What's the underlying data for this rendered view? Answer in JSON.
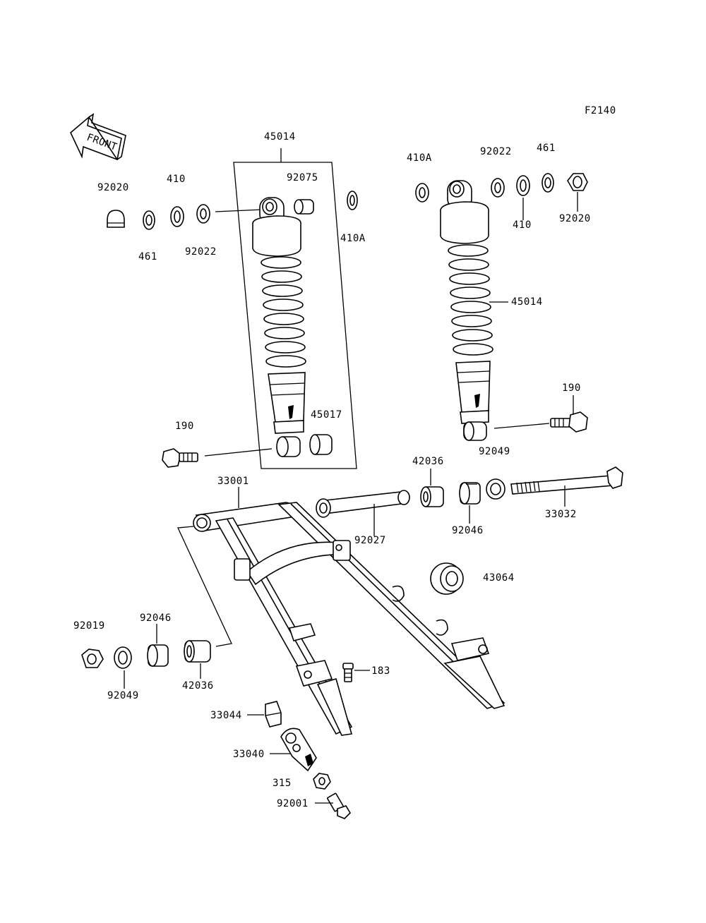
{
  "figure_code": "F2140",
  "front_label": "FRONT",
  "labels": {
    "l45014_a": "45014",
    "l92020_a": "92020",
    "l410_a": "410",
    "l461_a": "461",
    "l92022_a": "92022",
    "l92075": "92075",
    "l410A_a": "410A",
    "l45017": "45017",
    "l190_a": "190",
    "l410A_b": "410A",
    "l92022_b": "92022",
    "l461_b": "461",
    "l410_b": "410",
    "l92020_b": "92020",
    "l45014_b": "45014",
    "l190_b": "190",
    "l92049_a": "92049",
    "l42036_a": "42036",
    "l33001": "33001",
    "l92027": "92027",
    "l92046_a": "92046",
    "l33032": "33032",
    "l43064": "43064",
    "l92019": "92019",
    "l92046_b": "92046",
    "l92049_b": "92049",
    "l42036_b": "42036",
    "l183": "183",
    "l33044": "33044",
    "l33040": "33040",
    "l315": "315",
    "l92001": "92001"
  }
}
